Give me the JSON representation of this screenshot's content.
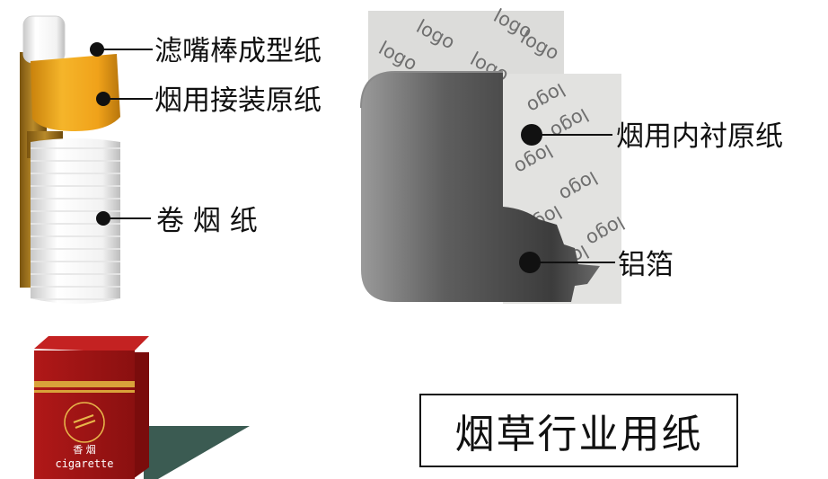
{
  "labels": {
    "filter_rod_paper": "滤嘴棒成型纸",
    "tipping_paper": "烟用接装原纸",
    "cigarette_paper": "卷 烟 纸",
    "inner_liner_paper": "烟用内衬原纸",
    "aluminum_foil": "铝箔"
  },
  "liner_logo_text": "logo",
  "pack": {
    "line1": "香  烟",
    "line2": "cigarette"
  },
  "title": "烟草行业用纸"
}
